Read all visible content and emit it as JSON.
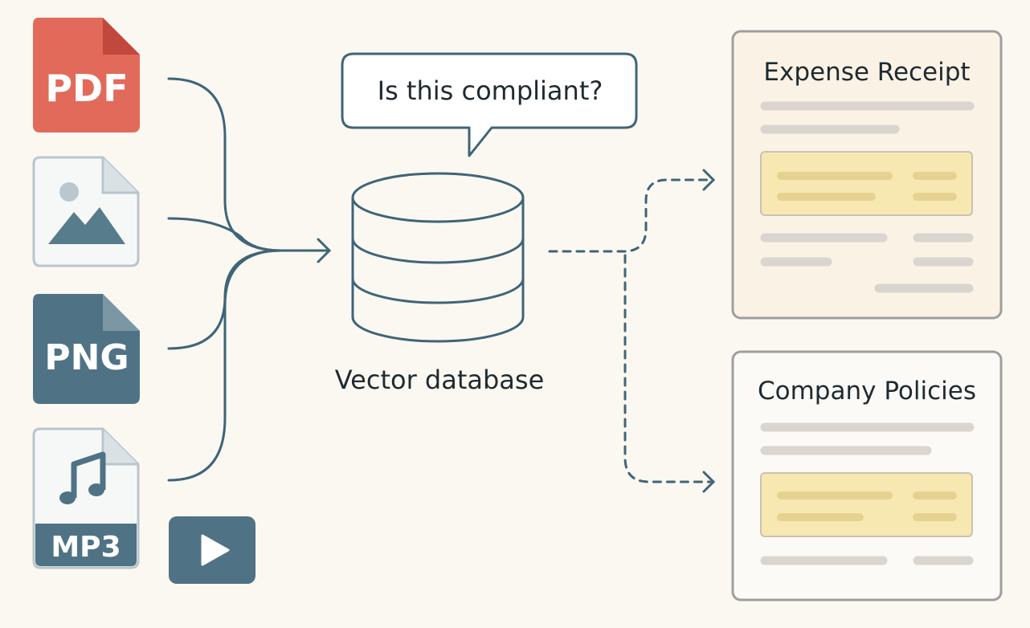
{
  "files": {
    "pdf_label": "PDF",
    "png_label": "PNG",
    "mp3_label": "MP3"
  },
  "query": {
    "text": "Is this compliant?"
  },
  "database": {
    "label": "Vector database"
  },
  "documents": {
    "receipt_title": "Expense Receipt",
    "policies_title": "Company Policies"
  },
  "colors": {
    "background": "#fbf8f2",
    "stroke": "#3f6577",
    "pdf": "#e26a5a",
    "png": "#4f7385",
    "highlight": "#f7e7b1",
    "doc_border": "#9e9e9e"
  }
}
